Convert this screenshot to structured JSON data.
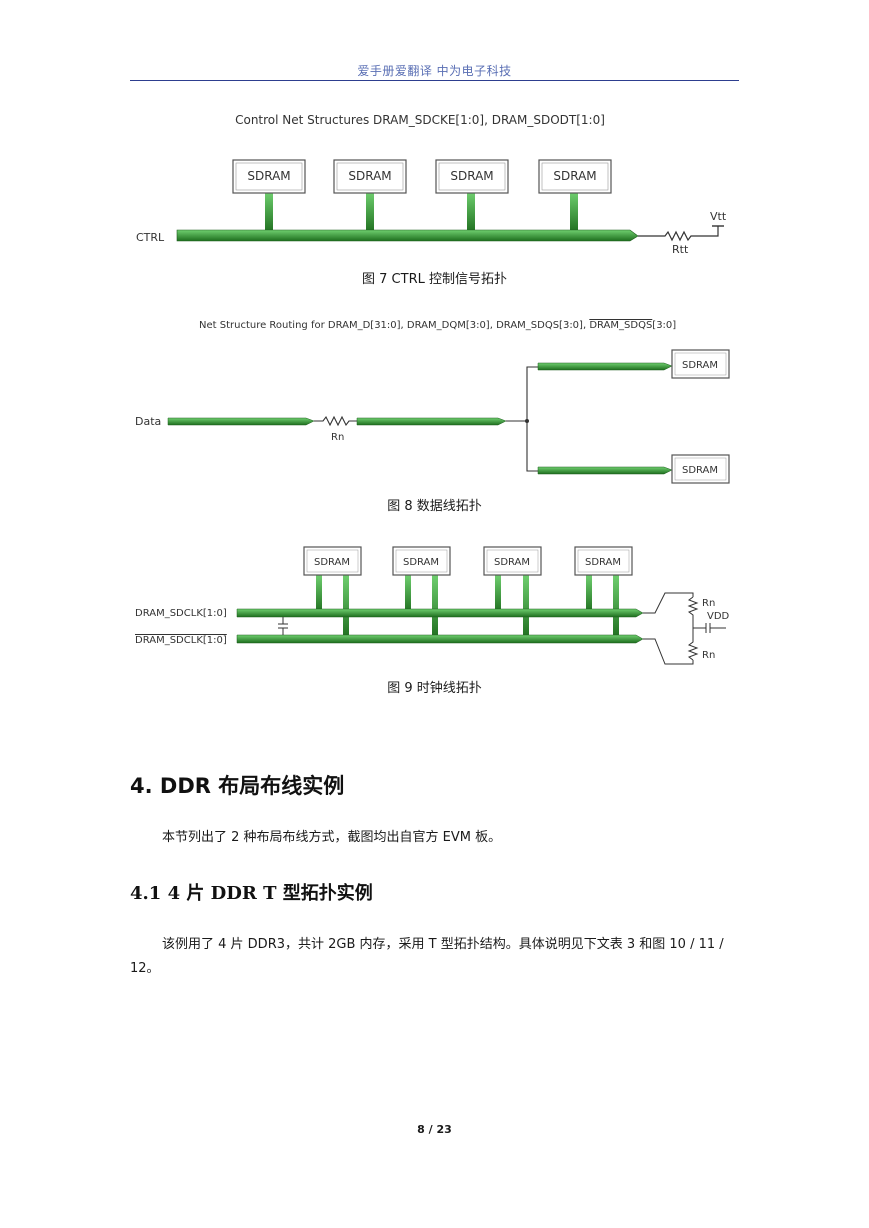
{
  "header": {
    "title": "爱手册爱翻译  中为电子科技"
  },
  "fig7": {
    "title": "Control Net Structures DRAM_SDCKE[1:0], DRAM_SDODT[1:0]",
    "chip_label": "SDRAM",
    "ctrl_label": "CTRL",
    "vtt_label": "Vtt",
    "rtt_label": "Rtt",
    "caption": "图 7 CTRL 控制信号拓扑"
  },
  "fig8": {
    "title": "Net Structure Routing for DRAM_D[31:0], DRAM_DQM[3:0], DRAM_SDQS[3:0], DRAM_SDQS[3:0]",
    "title_main": "Net Structure Routing for DRAM_D[31:0], DRAM_DQM[3:0], DRAM_SDQS[3:0], ",
    "title_overline": "DRAM_SDQS",
    "title_tail": "[3:0]",
    "data_label": "Data",
    "rn_label": "Rn",
    "chip_label": "SDRAM",
    "caption": "图 8 数据线拓扑"
  },
  "fig9": {
    "chip_label": "SDRAM",
    "clk_label": "DRAM_SDCLK[1:0]",
    "clkn_label": "DRAM_SDCLK[1:0]",
    "rn_label": "Rn",
    "vdd_label": "VDD",
    "caption": "图 9 时钟线拓扑"
  },
  "section4": {
    "heading": "4. DDR 布局布线实例",
    "paragraph": "本节列出了 2 种布局布线方式，截图均出自官方 EVM 板。"
  },
  "section41": {
    "heading": "4.1 4 片 DDR T 型拓扑实例",
    "paragraph": "该例用了 4 片 DDR3，共计 2GB 内存，采用 T 型拓扑结构。具体说明见下文表 3 和图 10 / 11 / 12。"
  },
  "footer": {
    "page": "8 / 23"
  },
  "colors": {
    "trace": "#3a9a3a",
    "trace_dark": "#1e5e1e",
    "header": "#5a6fb4"
  }
}
